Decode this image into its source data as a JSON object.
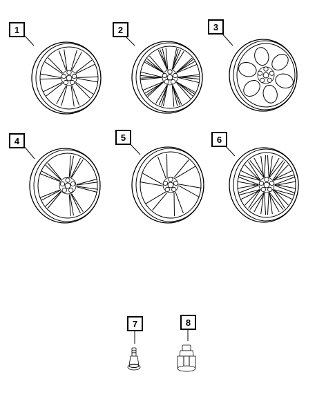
{
  "callouts": {
    "c1": "1",
    "c2": "2",
    "c3": "3",
    "c4": "4",
    "c5": "5",
    "c6": "6",
    "c7": "7",
    "c8": "8"
  },
  "parts": [
    {
      "callout": "1",
      "icon": "wheel-icon",
      "style": "twin-spoke"
    },
    {
      "callout": "2",
      "icon": "wheel-icon",
      "style": "multi-spoke"
    },
    {
      "callout": "3",
      "icon": "wheel-icon",
      "style": "open-pocket"
    },
    {
      "callout": "4",
      "icon": "wheel-icon",
      "style": "split-spoke"
    },
    {
      "callout": "5",
      "icon": "wheel-icon",
      "style": "flat-spoke"
    },
    {
      "callout": "6",
      "icon": "wheel-icon",
      "style": "fine-mesh"
    },
    {
      "callout": "7",
      "icon": "valve-stem-icon"
    },
    {
      "callout": "8",
      "icon": "lug-nut-icon"
    }
  ],
  "colors": {
    "line": "#000000",
    "background": "#ffffff"
  }
}
